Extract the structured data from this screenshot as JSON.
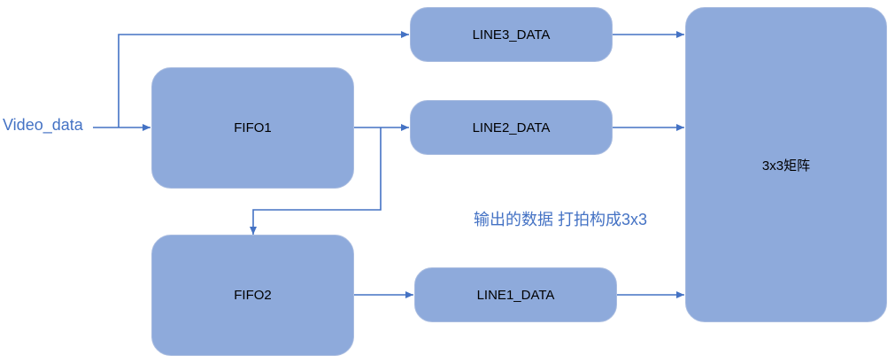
{
  "input_label": "Video_data",
  "blocks": {
    "fifo1": "FIFO1",
    "fifo2": "FIFO2",
    "line1": "LINE1_DATA",
    "line2": "LINE2_DATA",
    "line3": "LINE3_DATA",
    "matrix": "3x3矩阵"
  },
  "annotation": "输出的数据 打拍构成3x3",
  "colors": {
    "box_fill": "#8eaadb",
    "wire": "#4472c4",
    "text_accent": "#4472c4"
  }
}
